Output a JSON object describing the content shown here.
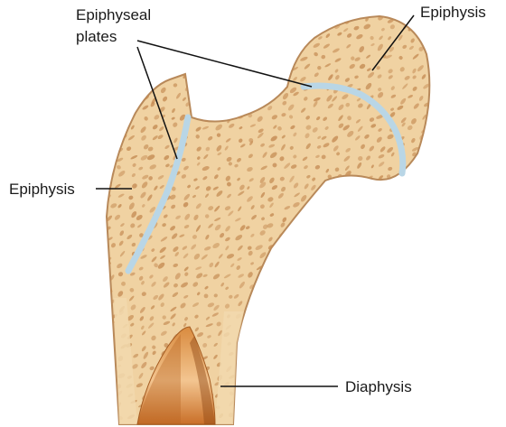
{
  "labels": {
    "epiphyseal_plates_line1": "Epiphyseal",
    "epiphyseal_plates_line2": "plates",
    "epiphysis_right": "Epiphysis",
    "epiphysis_left": "Epiphysis",
    "diaphysis": "Diaphysis"
  },
  "colors": {
    "bone_fill": "#f0d2a2",
    "bone_outline": "#b8895a",
    "trabecula": "#c48a52",
    "plate": "#b9d6e6",
    "cavity": "#c06a2a",
    "leader": "#111111"
  }
}
